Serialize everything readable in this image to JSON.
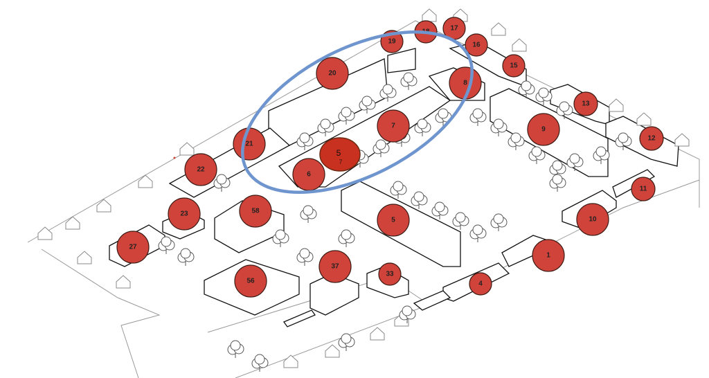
{
  "diagram": {
    "markers": [
      {
        "label": "19"
      },
      {
        "label": "18"
      },
      {
        "label": "17"
      },
      {
        "label": "16"
      },
      {
        "label": "15"
      },
      {
        "label": "20"
      },
      {
        "label": "8"
      },
      {
        "label": "13"
      },
      {
        "label": "7"
      },
      {
        "label": "9"
      },
      {
        "label": "12"
      },
      {
        "label": "21"
      },
      {
        "label": "22"
      },
      {
        "label": "6"
      },
      {
        "label": "11"
      },
      {
        "label": "58"
      },
      {
        "label": "23"
      },
      {
        "label": "5"
      },
      {
        "label": "10"
      },
      {
        "label": "27"
      },
      {
        "label": "1"
      },
      {
        "label": "37"
      },
      {
        "label": "33"
      },
      {
        "label": "56"
      },
      {
        "label": "4"
      }
    ],
    "highlighted_marker": {
      "label": "5",
      "sublabel": "7"
    },
    "colors": {
      "marker": "#d0433a",
      "highlight": "#c8301f",
      "selection": "#6f95cf"
    }
  }
}
